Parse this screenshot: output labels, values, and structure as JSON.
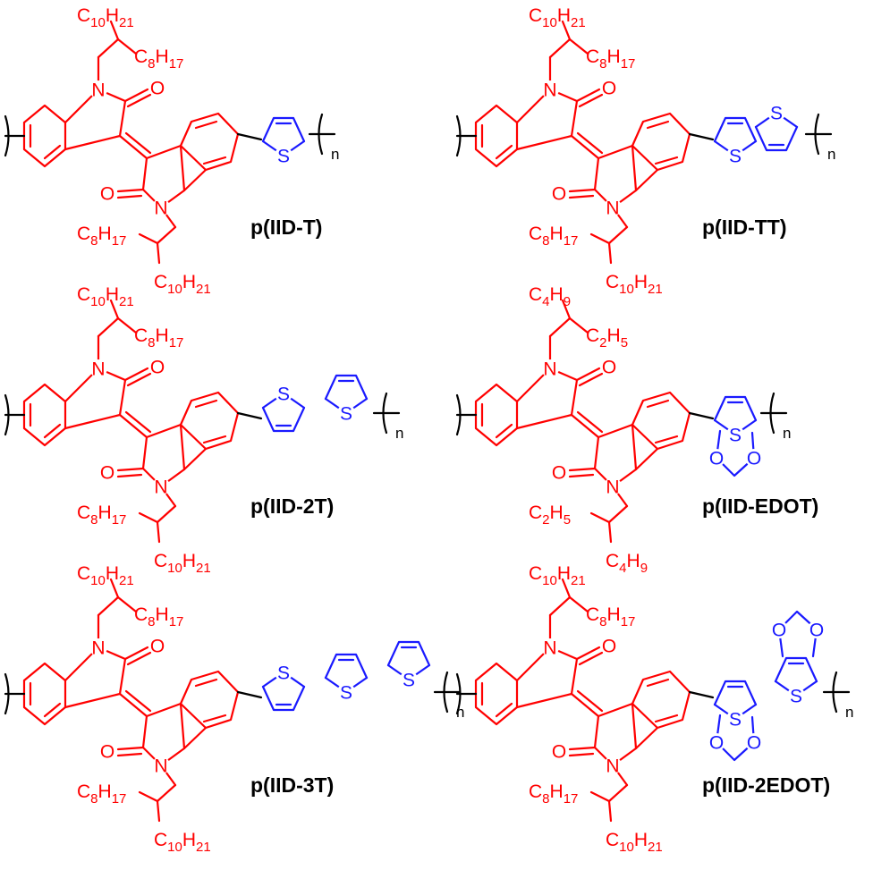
{
  "colors": {
    "core": "#ff0000",
    "donor": "#1a1aff",
    "ink": "#000000",
    "background": "#ffffff"
  },
  "atoms": {
    "nitrogen": "N",
    "oxygen": "O",
    "sulfur": "S",
    "repeat": "n"
  },
  "polymers": [
    {
      "label": "p(IID-T)",
      "chains": [
        [
          "C",
          "10",
          "H",
          "21"
        ],
        [
          "C",
          "8",
          "H",
          "17"
        ],
        [
          "C",
          "8",
          "H",
          "17"
        ],
        [
          "C",
          "10",
          "H",
          "21"
        ]
      ]
    },
    {
      "label": "p(IID-TT)",
      "chains": [
        [
          "C",
          "10",
          "H",
          "21"
        ],
        [
          "C",
          "8",
          "H",
          "17"
        ],
        [
          "C",
          "8",
          "H",
          "17"
        ],
        [
          "C",
          "10",
          "H",
          "21"
        ]
      ]
    },
    {
      "label": "p(IID-2T)",
      "chains": [
        [
          "C",
          "10",
          "H",
          "21"
        ],
        [
          "C",
          "8",
          "H",
          "17"
        ],
        [
          "C",
          "8",
          "H",
          "17"
        ],
        [
          "C",
          "10",
          "H",
          "21"
        ]
      ]
    },
    {
      "label": "p(IID-EDOT)",
      "chains": [
        [
          "C",
          "4",
          "H",
          "9"
        ],
        [
          "C",
          "2",
          "H",
          "5"
        ],
        [
          "C",
          "2",
          "H",
          "5"
        ],
        [
          "C",
          "4",
          "H",
          "9"
        ]
      ]
    },
    {
      "label": "p(IID-3T)",
      "chains": [
        [
          "C",
          "10",
          "H",
          "21"
        ],
        [
          "C",
          "8",
          "H",
          "17"
        ],
        [
          "C",
          "8",
          "H",
          "17"
        ],
        [
          "C",
          "10",
          "H",
          "21"
        ]
      ]
    },
    {
      "label": "p(IID-2EDOT)",
      "chains": [
        [
          "C",
          "10",
          "H",
          "21"
        ],
        [
          "C",
          "8",
          "H",
          "17"
        ],
        [
          "C",
          "8",
          "H",
          "17"
        ],
        [
          "C",
          "10",
          "H",
          "21"
        ]
      ]
    }
  ]
}
